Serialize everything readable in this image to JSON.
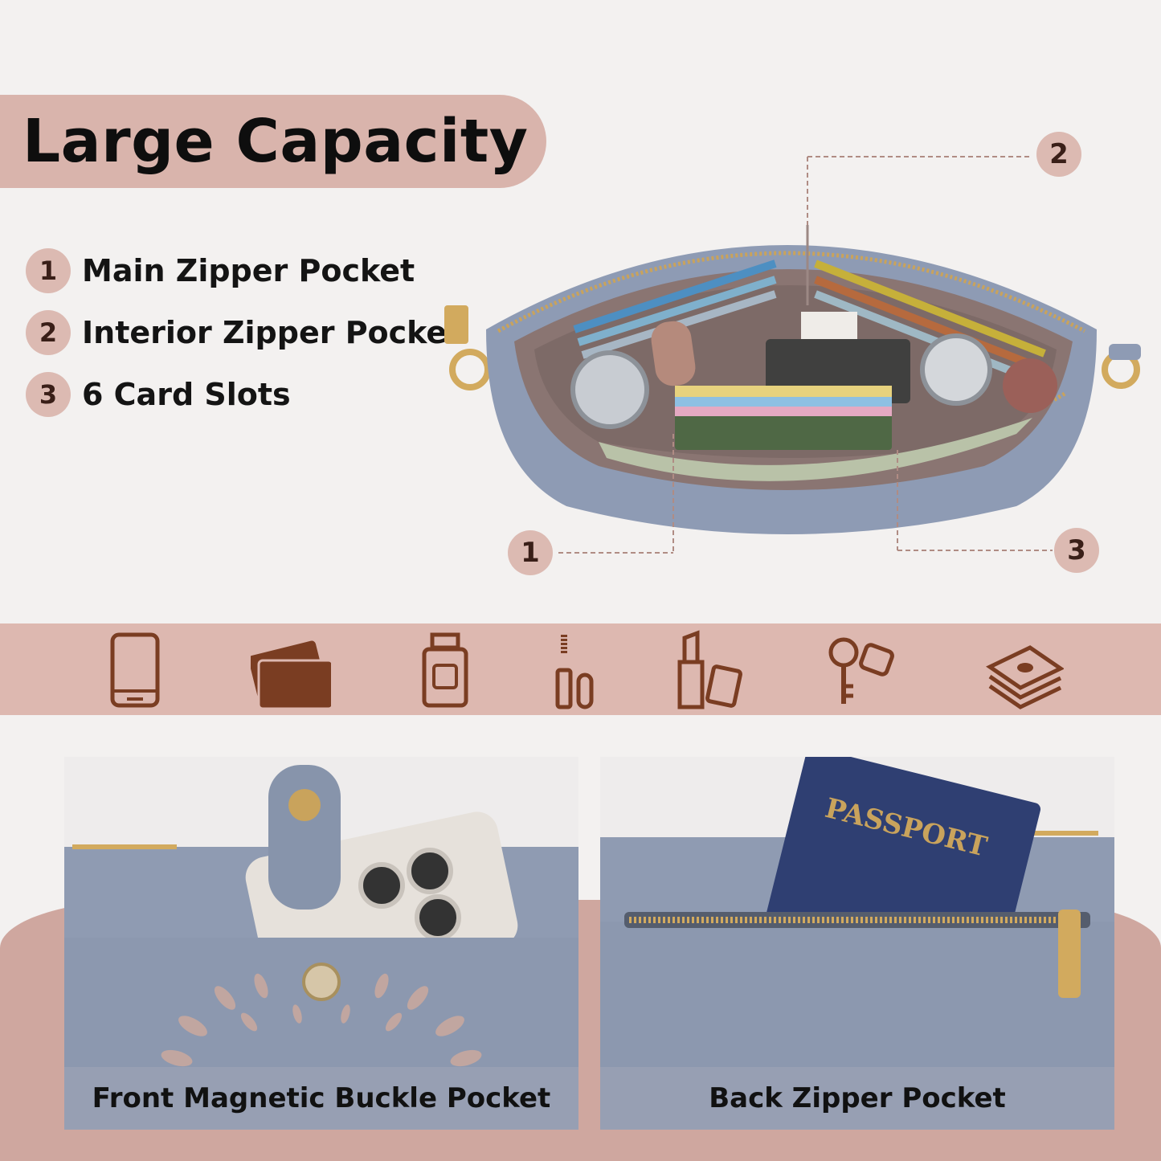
{
  "header": {
    "title": "Large Capacity"
  },
  "features": [
    {
      "number": "1",
      "label": "Main Zipper Pocket"
    },
    {
      "number": "2",
      "label": "Interior Zipper Pocket"
    },
    {
      "number": "3",
      "label": "6 Card Slots"
    }
  ],
  "callouts": {
    "c1": "1",
    "c2": "2",
    "c3": "3"
  },
  "icons": [
    "phone-icon",
    "cards-icon",
    "perfume-icon",
    "mascara-icon",
    "lipstick-icon",
    "keys-icon",
    "cash-icon"
  ],
  "panels": {
    "front": {
      "caption": "Front Magnetic Buckle Pocket"
    },
    "back": {
      "caption": "Back Zipper Pocket",
      "passport_text": "PASSPORT"
    }
  },
  "colors": {
    "accent_pink": "#d9b4ac",
    "icon_brown": "#7a3d22",
    "bag_blue_gray": "#8e9bb4",
    "lining_taupe": "#8a7572"
  }
}
